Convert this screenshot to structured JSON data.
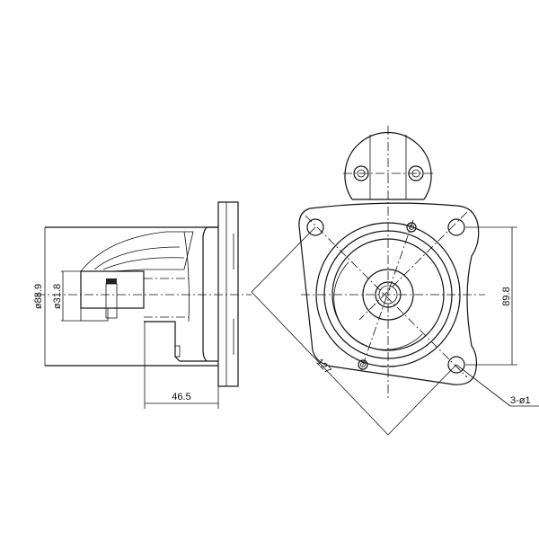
{
  "dimensions": {
    "outer_diameter": "ø88.9",
    "pilot_diameter": "ø31.8",
    "flange_to_nose": "46.5",
    "bolt_circle": "127",
    "hole_spacing": "89.8",
    "holes": "3-ø1"
  }
}
